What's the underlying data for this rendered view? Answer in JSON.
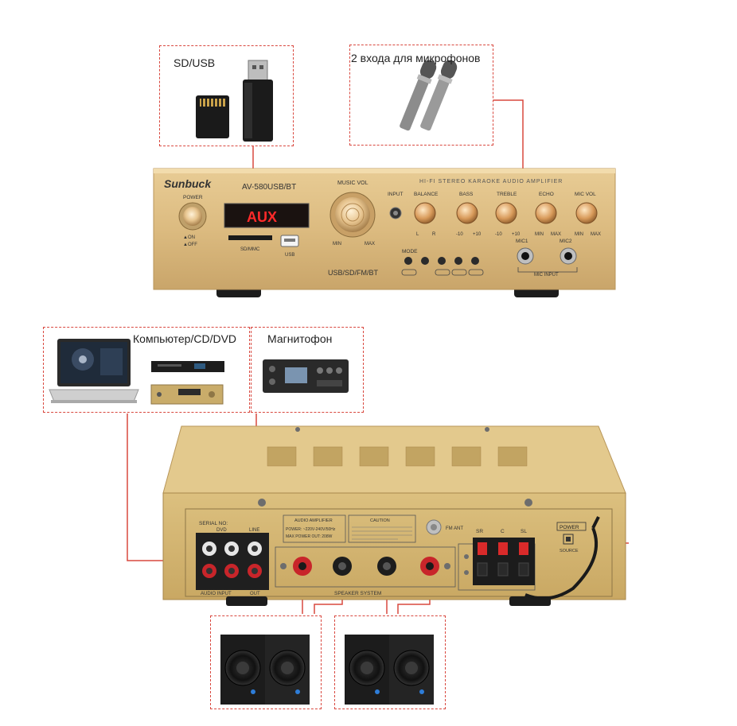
{
  "callouts": {
    "sd_usb": "SD/USB",
    "mics": "2 входа для микрофонов",
    "pc": "Компьютер/CD/DVD",
    "tape": "Магнитофон"
  },
  "front_panel": {
    "brand": "Sunbuck",
    "model": "AV-580USB/BT",
    "heading": "HI-FI STEREO KARAOKE AUDIO AMPLIFIER",
    "power": "POWER",
    "on": "▲ON",
    "off": "▲OFF",
    "display": "AUX",
    "sd_mmc": "SD/MMC",
    "usb": "USB",
    "music_vol": "MUSIC VOL",
    "min": "MIN",
    "max": "MAX",
    "input": "INPUT",
    "balance": "BALANCE",
    "bass": "BASS",
    "treble": "TREBLE",
    "echo": "ECHO",
    "mic_vol": "MIC VOL",
    "mode": "MODE",
    "mic1": "MIC1",
    "mic2": "MIC2",
    "mic_input": "MIC INPUT",
    "modes": "USB/SD/FM/BT",
    "l": "L",
    "r": "R",
    "minus10": "-10",
    "plus10": "+10"
  },
  "rear_panel": {
    "serial": "SERIAL NO:",
    "dvd": "DVD",
    "line": "LINE",
    "audio_input": "AUDIO INPUT",
    "out": "OUT",
    "amp": "AUDIO AMPLIFIER",
    "caution": "CAUTION",
    "power_spec": "POWER: ~220V-240V/50Hz",
    "max_power": "MAX POWER OUT: 208W",
    "fm_ant": "FM ANT",
    "sr": "SR",
    "c": "C",
    "sl": "SL",
    "power": "POWER",
    "speaker_system": "SPEAKER SYSTEM",
    "source": "SOURCE"
  },
  "colors": {
    "callout_line": "#d9483f",
    "gold": "#d7b877",
    "gold_dark": "#b8955a",
    "black": "#1c1c1c"
  }
}
